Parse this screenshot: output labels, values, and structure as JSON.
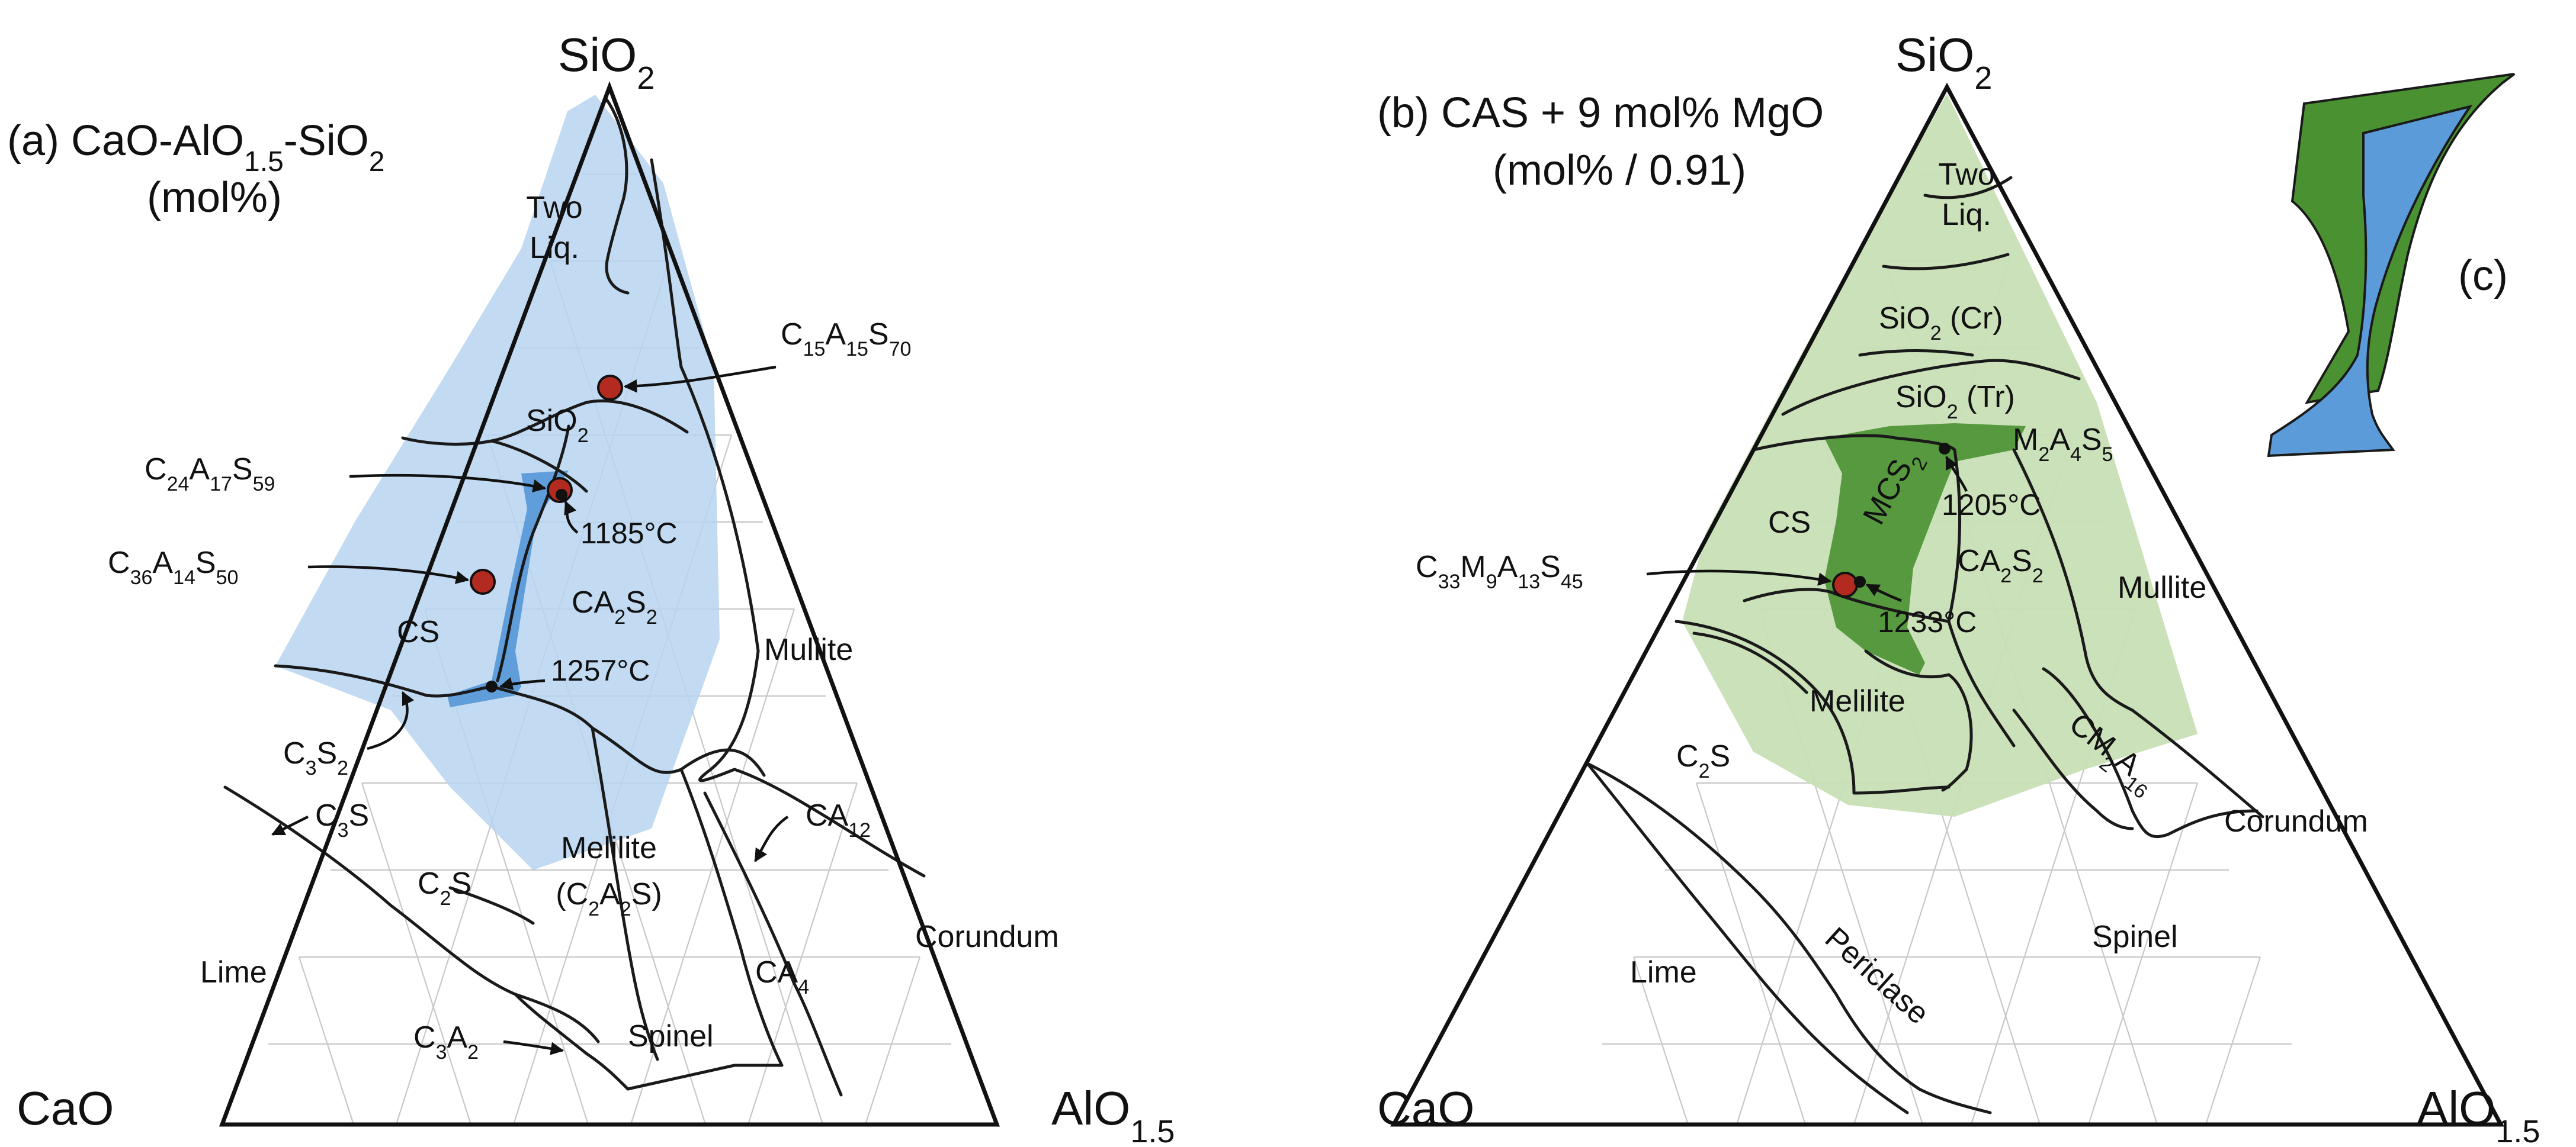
{
  "colors": {
    "light_blue_field": "#b7d3f0",
    "blue_band": "#5b9bd9",
    "light_green_field": "#c8dfb5",
    "green_band": "#4a9132",
    "composition_marker": "#b22a20"
  },
  "panel_a": {
    "label": "(a) CaO-AlO",
    "label_sub": "1.5",
    "label_tail": "-SiO",
    "label_tail_sub": "2",
    "units": "(mol%)",
    "apex_top": "SiO",
    "apex_top_sub": "2",
    "apex_left": "CaO",
    "apex_right": "AlO",
    "apex_right_sub": "1.5",
    "regions": {
      "two_liq_1": "Two",
      "two_liq_2": "Liq.",
      "sio2": "SiO",
      "sio2_sub": "2",
      "cs": "CS",
      "ca2s2": "CA",
      "ca2s2_sub1": "2",
      "ca2s2_mid": "S",
      "ca2s2_sub2": "2",
      "mullite": "Mullite",
      "c3s2": "C",
      "c3s2_sub1": "3",
      "c3s2_mid": "S",
      "c3s2_sub2": "2",
      "c3s": "C",
      "c3s_sub": "3",
      "c3s_tail": "S",
      "c2s": "C",
      "c2s_sub": "2",
      "c2s_tail": "S",
      "melilite": "Melilite",
      "c2a2s_open": "(C",
      "c2a2s_sub1": "2",
      "c2a2s_mid": "A",
      "c2a2s_sub2": "2",
      "c2a2s_close": "S)",
      "ca12": "CA",
      "ca12_sub": "12",
      "lime": "Lime",
      "ca4": "CA",
      "ca4_sub": "4",
      "corundum": "Corundum",
      "c3a2": "C",
      "c3a2_sub1": "3",
      "c3a2_mid": "A",
      "c3a2_sub2": "2",
      "spinel": "Spinel"
    },
    "compositions": {
      "c15": "C",
      "c15_s1": "15",
      "c15_m1": "A",
      "c15_s2": "15",
      "c15_m2": "S",
      "c15_s3": "70",
      "c24": "C",
      "c24_s1": "24",
      "c24_m1": "A",
      "c24_s2": "17",
      "c24_m2": "S",
      "c24_s3": "59",
      "c36": "C",
      "c36_s1": "36",
      "c36_m1": "A",
      "c36_s2": "14",
      "c36_m2": "S",
      "c36_s3": "50"
    },
    "temperatures": {
      "t1": "1185°C",
      "t2": "1257°C"
    }
  },
  "panel_b": {
    "label": "(b) CAS + 9 mol% MgO",
    "units": "(mol% / 0.91)",
    "apex_top": "SiO",
    "apex_top_sub": "2",
    "apex_left": "CaO",
    "apex_right": "AlO",
    "apex_right_sub": "1.5",
    "regions": {
      "two_liq_1": "Two",
      "two_liq_2": "Liq.",
      "sio2_cr": "SiO",
      "sio2_cr_sub": "2",
      "sio2_cr_tail": " (Cr)",
      "sio2_tr": "SiO",
      "sio2_tr_sub": "2",
      "sio2_tr_tail": " (Tr)",
      "m2a4s5": "M",
      "m2a4s5_s1": "2",
      "m2a4s5_m1": "A",
      "m2a4s5_s2": "4",
      "m2a4s5_m2": "S",
      "m2a4s5_s3": "5",
      "cs": "CS",
      "mcs2": "MCS",
      "mcs2_sub": "2",
      "ca2s2": "CA",
      "ca2s2_sub1": "2",
      "ca2s2_mid": "S",
      "ca2s2_sub2": "2",
      "mullite": "Mullite",
      "melilite": "Melilite",
      "cm2a16": "CM",
      "cm2a16_s1": "2",
      "cm2a16_m1": "A",
      "cm2a16_s2": "16",
      "c2s": "C",
      "c2s_sub": "2",
      "c2s_tail": "S",
      "corundum": "Corundum",
      "spinel": "Spinel",
      "lime": "Lime",
      "periclase": "Periclase"
    },
    "compositions": {
      "c33": "C",
      "c33_s1": "33",
      "c33_m1": "M",
      "c33_s2": "9",
      "c33_m2": "A",
      "c33_s3": "13",
      "c33_m3": "S",
      "c33_s4": "45"
    },
    "temperatures": {
      "t1": "1205°C",
      "t2": "1233°C"
    }
  },
  "panel_c": {
    "label": "(c)"
  }
}
